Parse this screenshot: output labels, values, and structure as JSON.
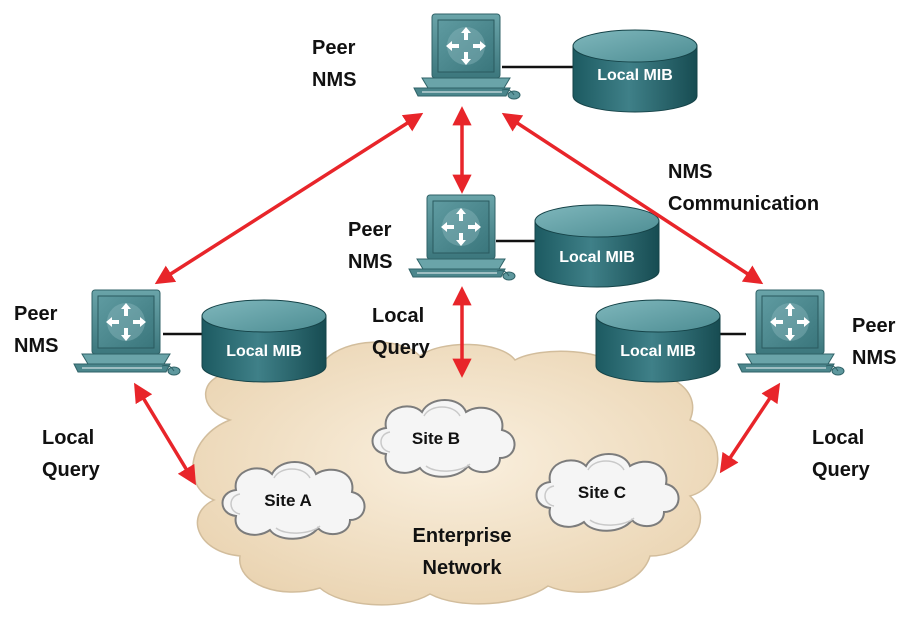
{
  "colors": {
    "arrow": "#e8252a",
    "cloud_fill": "#f6e8d2",
    "cloud_stroke": "#cbb89c",
    "site_cloud_fill": "#f4f4f4",
    "site_cloud_stroke": "#7a7a7a",
    "mib_dark": "#1e5f66",
    "mib_light": "#5fa0a6",
    "computer": "#4e8a90",
    "text": "#111111"
  },
  "icons": [
    "router-computer-icon",
    "database-cylinder-icon",
    "cloud-icon",
    "double-arrow-icon"
  ],
  "nodes": {
    "top": {
      "label_line1": "Peer",
      "label_line2": "NMS",
      "mib_label": "Local MIB"
    },
    "middle": {
      "label_line1": "Peer",
      "label_line2": "NMS",
      "mib_label": "Local MIB"
    },
    "left": {
      "label_line1": "Peer",
      "label_line2": "NMS",
      "mib_label": "Local MIB"
    },
    "right": {
      "label_line1": "Peer",
      "label_line2": "NMS",
      "mib_label": "Local MIB"
    }
  },
  "annotations": {
    "nms_comm_line1": "NMS",
    "nms_comm_line2": "Communication",
    "local_query_mid_line1": "Local",
    "local_query_mid_line2": "Query",
    "local_query_left_line1": "Local",
    "local_query_left_line2": "Query",
    "local_query_right_line1": "Local",
    "local_query_right_line2": "Query"
  },
  "network": {
    "site_a": "Site A",
    "site_b": "Site B",
    "site_c": "Site C",
    "enterprise_line1": "Enterprise",
    "enterprise_line2": "Network"
  }
}
